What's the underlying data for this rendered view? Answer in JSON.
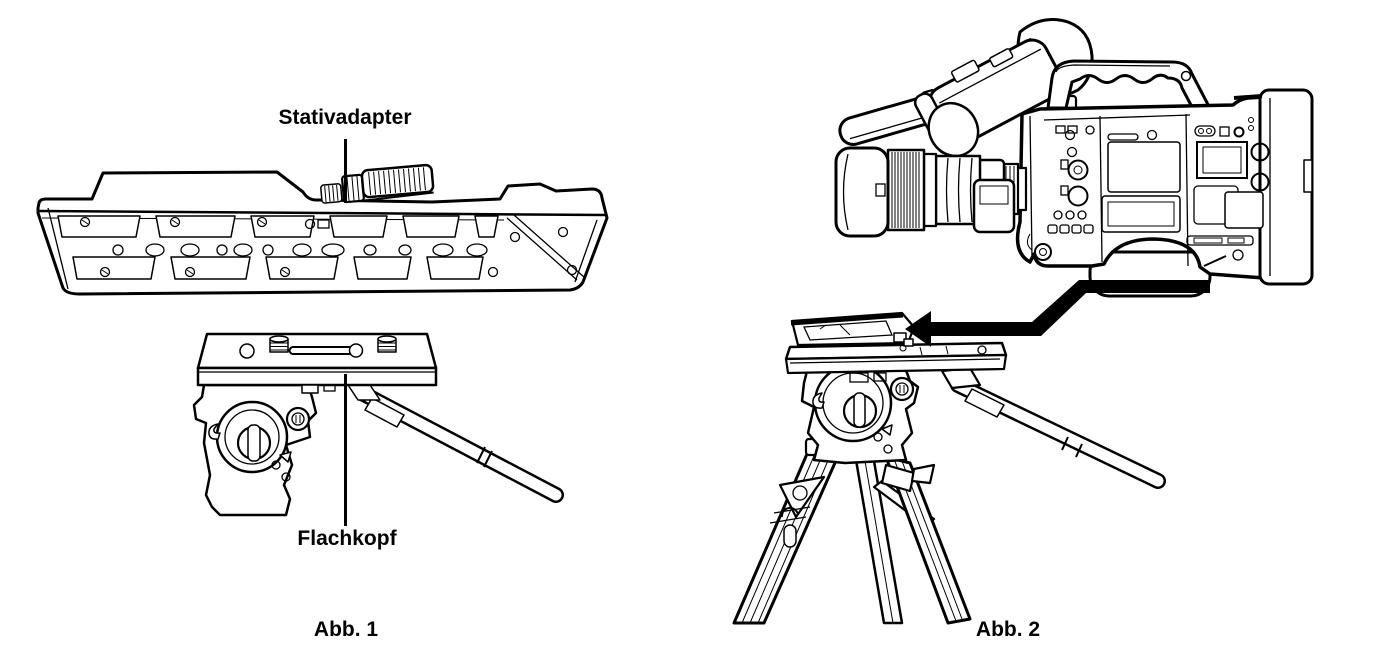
{
  "page": {
    "background": "#ffffff",
    "line_color": "#000000",
    "arrow_color": "#000000"
  },
  "figure_1": {
    "labels": {
      "tripod_adapter": "Stativadapter",
      "flat_head": "Flachkopf"
    },
    "caption": "Abb. 1",
    "icons": {
      "tripod_adapter_drawing": "tripod-adapter-side-view",
      "flat_head_drawing": "flat-head-with-pan-handle"
    }
  },
  "figure_2": {
    "caption": "Abb. 2",
    "icons": {
      "camcorder_drawing": "camcorder-side-view",
      "tripod_drawing": "tripod-with-adapter-mounted",
      "arrow": "mount-direction-arrow"
    }
  }
}
